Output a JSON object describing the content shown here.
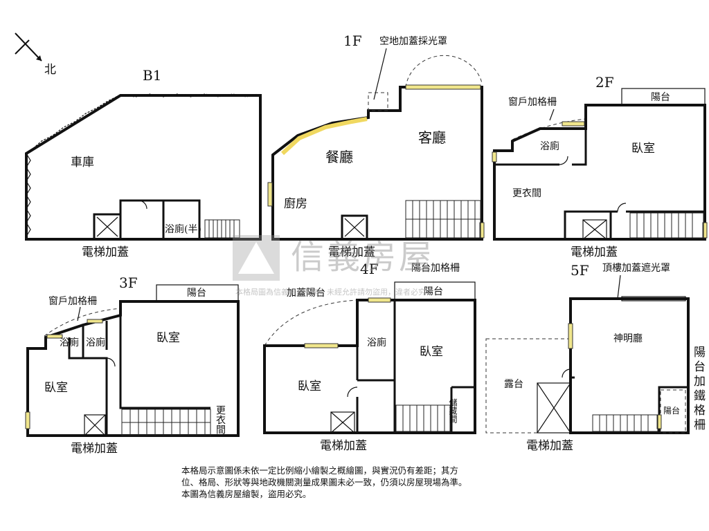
{
  "compass": {
    "north": "北"
  },
  "floors": {
    "b1": {
      "title": "B1",
      "garage": "車庫",
      "bath": "浴廁(半)",
      "elevator": "電梯加蓋"
    },
    "f1": {
      "title": "1F",
      "skylight": "空地加蓋採光罩",
      "dining": "餐廳",
      "living": "客廳",
      "kitchen": "廚房",
      "elevator": "電梯加蓋"
    },
    "f2": {
      "title": "2F",
      "balcony": "陽台",
      "window_grille": "窗戶加格柵",
      "bath": "浴廁",
      "bedroom": "臥室",
      "closet": "更衣間",
      "elevator": "電梯加蓋"
    },
    "f3": {
      "title": "3F",
      "balcony": "陽台",
      "window_grille": "窗戶加格柵",
      "bath1": "浴廁",
      "bath2": "浴廁",
      "bedroom_left": "臥室",
      "bedroom_right": "臥室",
      "closet": "更衣間",
      "elevator": "電梯加蓋"
    },
    "f4": {
      "title": "4F",
      "balcony_grille": "陽台加格柵",
      "added_balcony": "加蓋陽台",
      "balcony": "陽台",
      "bath": "浴廁",
      "bedroom_left": "臥室",
      "bedroom_right": "臥室",
      "storage": "儲藏間",
      "elevator": "電梯加蓋"
    },
    "f5": {
      "title": "5F",
      "rooftop_shade": "頂樓加蓋遮光罩",
      "shrine": "神明廳",
      "terrace": "露台",
      "balcony": "陽台",
      "balcony_iron": "陽台加鐵格柵",
      "elevator": "電梯加蓋"
    }
  },
  "notes": [
    "本格局示意圖係未依一定比例縮小繪製之概繪圖，與實況仍有差距；其方",
    "位、格局、形狀等與地政機關測量成果圖未必一致，仍須以房屋現場為準。",
    "本圖為信義房屋繪製，盜用必究。"
  ],
  "watermark": {
    "brand": "信義房屋",
    "notice": "本格局圖為信義房屋所有，未經允許請勿盜用，違者必究"
  }
}
